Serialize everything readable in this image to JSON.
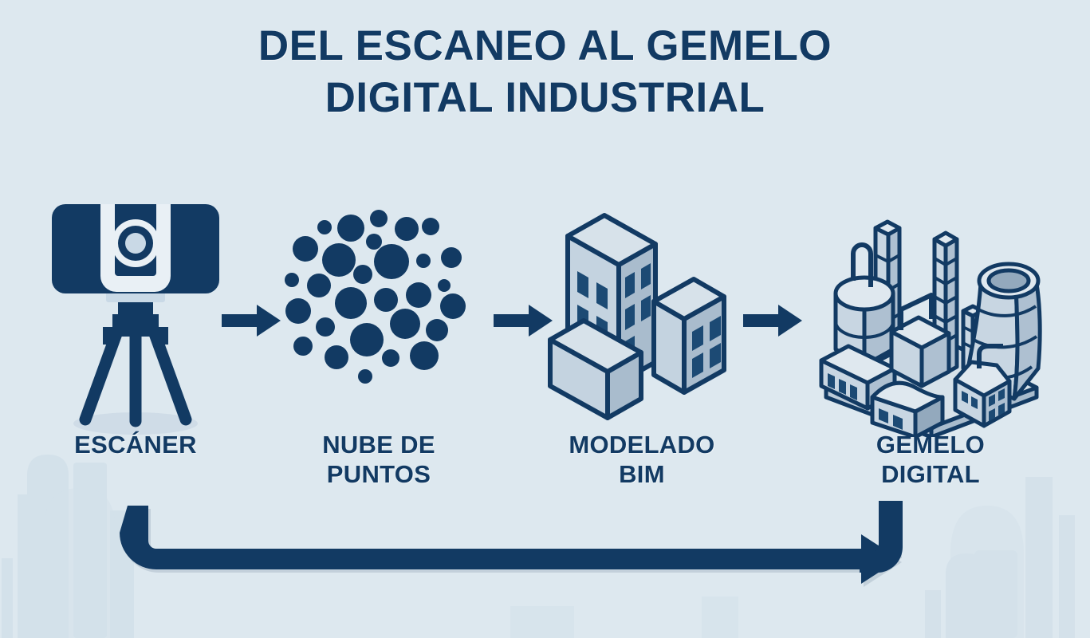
{
  "page": {
    "title_line1": "DEL ESCANEO AL GEMELO",
    "title_line2": "DIGITAL INDUSTRIAL",
    "background_color": "#dde8ef",
    "navy": "#123a63",
    "navy_dark": "#0d3154",
    "panel_light": "#c6d4e1",
    "panel_lighter": "#dce5ee",
    "panel_mid": "#aebfd0"
  },
  "flow": {
    "stages": [
      {
        "id": "scanner",
        "icon": "laser-scanner-icon",
        "label_line1": "ESCÁNER",
        "label_line2": ""
      },
      {
        "id": "point-cloud",
        "icon": "point-cloud-icon",
        "label_line1": "NUBE DE",
        "label_line2": "PUNTOS"
      },
      {
        "id": "bim-model",
        "icon": "bim-buildings-icon",
        "label_line1": "MODELADO",
        "label_line2": "BIM"
      },
      {
        "id": "digital-twin",
        "icon": "industrial-plant-icon",
        "label_line1": "GEMELO",
        "label_line2": "DIGITAL"
      }
    ],
    "connectors": [
      {
        "id": "arrow-scanner-to-cloud",
        "icon": "arrow-right-icon"
      },
      {
        "id": "arrow-cloud-to-bim",
        "icon": "arrow-right-icon"
      },
      {
        "id": "arrow-bim-to-twin",
        "icon": "arrow-right-icon"
      }
    ],
    "feedback_loop": {
      "id": "feedback-loop-arrow",
      "icon": "loop-arrow-right-icon",
      "direction": "left-to-right"
    }
  }
}
